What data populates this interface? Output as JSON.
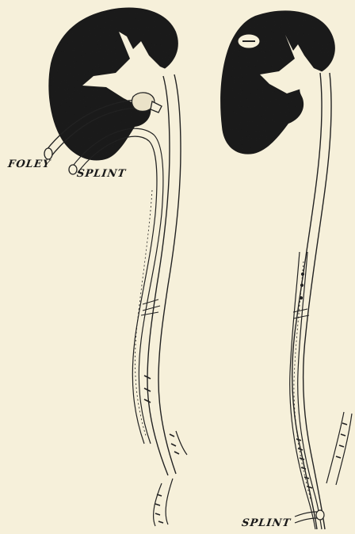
{
  "labels": {
    "foley": "FOLEY",
    "splint_left": "SPLINT",
    "splint_right": "SPLINT"
  }
}
